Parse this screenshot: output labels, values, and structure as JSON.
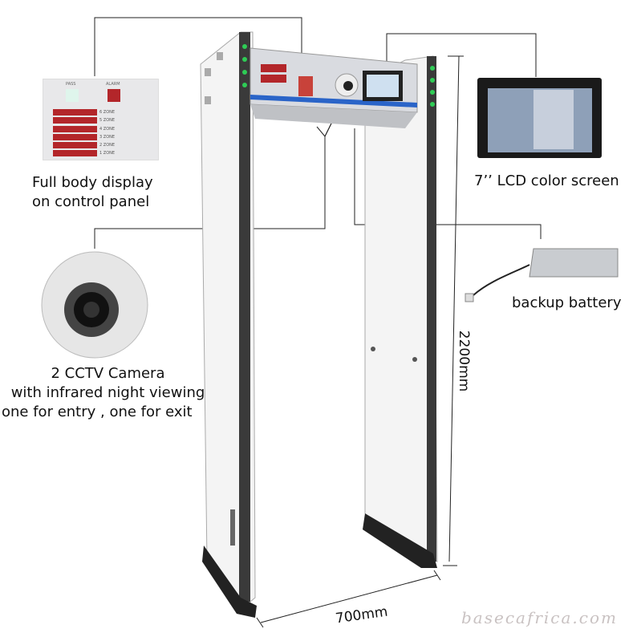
{
  "callouts": {
    "panel_caption": [
      "Full body display",
      "on control panel"
    ],
    "lcd_caption": "7’’ LCD color screen",
    "battery_caption": "backup battery",
    "camera_caption": [
      "2 CCTV Camera",
      "with infrared night viewing",
      "one for entry , one for exit"
    ]
  },
  "control_panel": {
    "pass_label": "PASS",
    "alarm_label": "ALARM",
    "zones": [
      "6 ZONE",
      "5 ZONE",
      "4 ZONE",
      "3 ZONE",
      "2 ZONE",
      "1 ZONE"
    ]
  },
  "dimensions": {
    "height": "2200mm",
    "width": "700mm"
  },
  "watermark": "basecafrica.com",
  "colors": {
    "zone_red": "#b3262a",
    "led_green": "#2ecc55",
    "frame": "#f2f2f2",
    "accent_blue": "#2a64c8"
  }
}
